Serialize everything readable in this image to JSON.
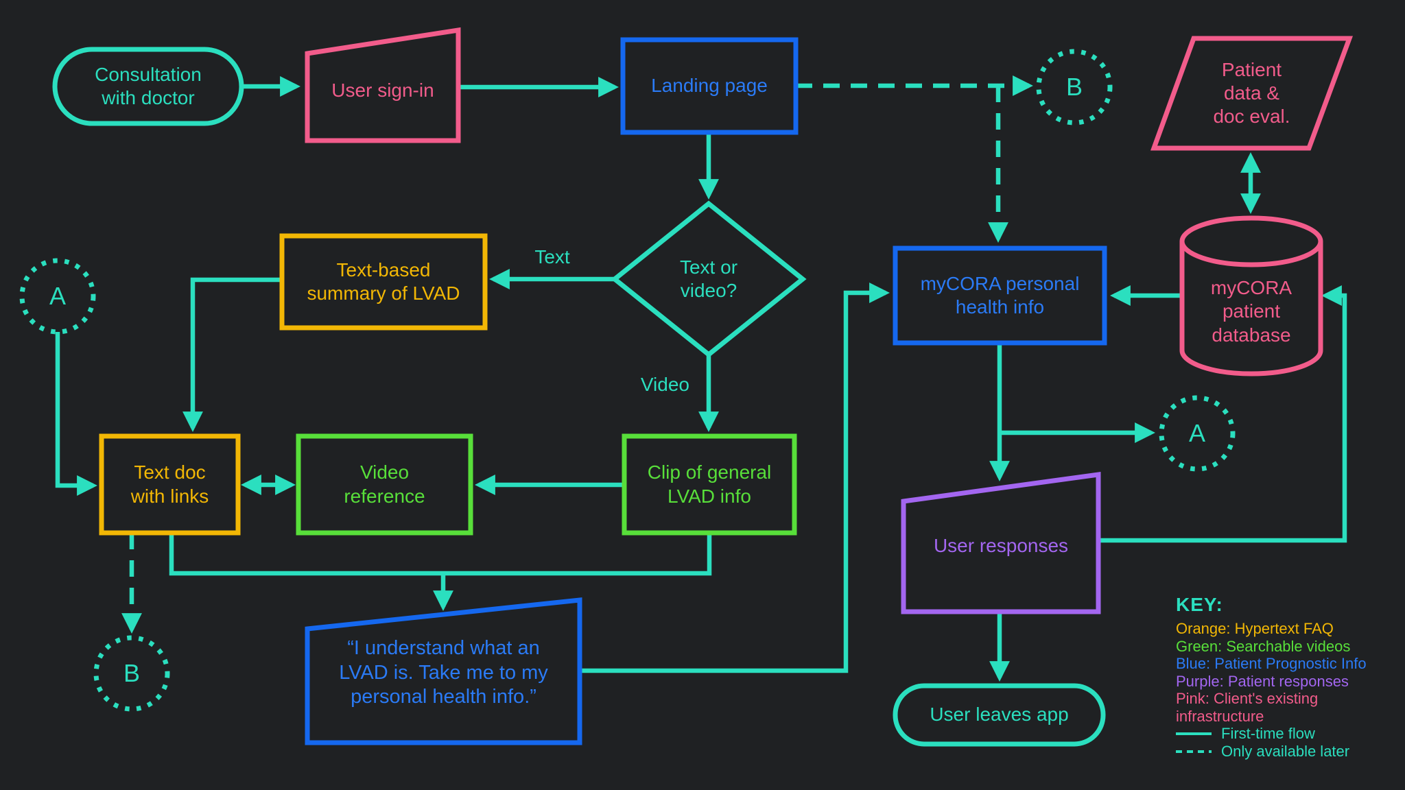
{
  "nodes": {
    "consultation": {
      "label": "Consultation\nwith doctor"
    },
    "user_sign_in": {
      "label": "User sign-in"
    },
    "landing_page": {
      "label": "Landing page"
    },
    "connector_b_top": {
      "label": "B"
    },
    "patient_data": {
      "label": "Patient\ndata &\ndoc eval."
    },
    "decision": {
      "label": "Text or\nvideo?"
    },
    "summary": {
      "label": "Text-based\nsummary of LVAD"
    },
    "connector_a_left": {
      "label": "A"
    },
    "text_doc": {
      "label": "Text doc\nwith links"
    },
    "video_reference": {
      "label": "Video\nreference"
    },
    "clip": {
      "label": "Clip of general\nLVAD info"
    },
    "connector_b_bottom": {
      "label": "B"
    },
    "quote": {
      "label": "“I understand what an\nLVAD is. Take me to my\npersonal health info.”"
    },
    "personal_health": {
      "label": "myCORA personal\nhealth info"
    },
    "database": {
      "label": "myCORA\npatient\ndatabase"
    },
    "connector_a_right": {
      "label": "A"
    },
    "user_responses": {
      "label": "User responses"
    },
    "user_leaves": {
      "label": "User leaves app"
    }
  },
  "edge_labels": {
    "text": "Text",
    "video": "Video"
  },
  "key": {
    "title": "KEY:",
    "entries": [
      {
        "label": "Orange: Hypertext FAQ",
        "color": "#f2b705"
      },
      {
        "label": "Green: Searchable videos",
        "color": "#58df3a"
      },
      {
        "label": "Blue: Patient Prognostic Info",
        "color": "#2b7bf6"
      },
      {
        "label": "Purple: Patient responses",
        "color": "#a366f0"
      },
      {
        "label": "Pink: Client's existing infrastructure",
        "color": "#f25c8b"
      }
    ],
    "line_samples": [
      {
        "label": "First-time flow",
        "style": "solid"
      },
      {
        "label": "Only available later",
        "style": "dashed"
      }
    ]
  },
  "colors": {
    "background": "#1f2123",
    "teal": "#2bdfbf",
    "pink": "#f25c8b",
    "blue": "#1568ef",
    "orange": "#f2b705",
    "green": "#58df3a",
    "purple": "#a366f0"
  }
}
